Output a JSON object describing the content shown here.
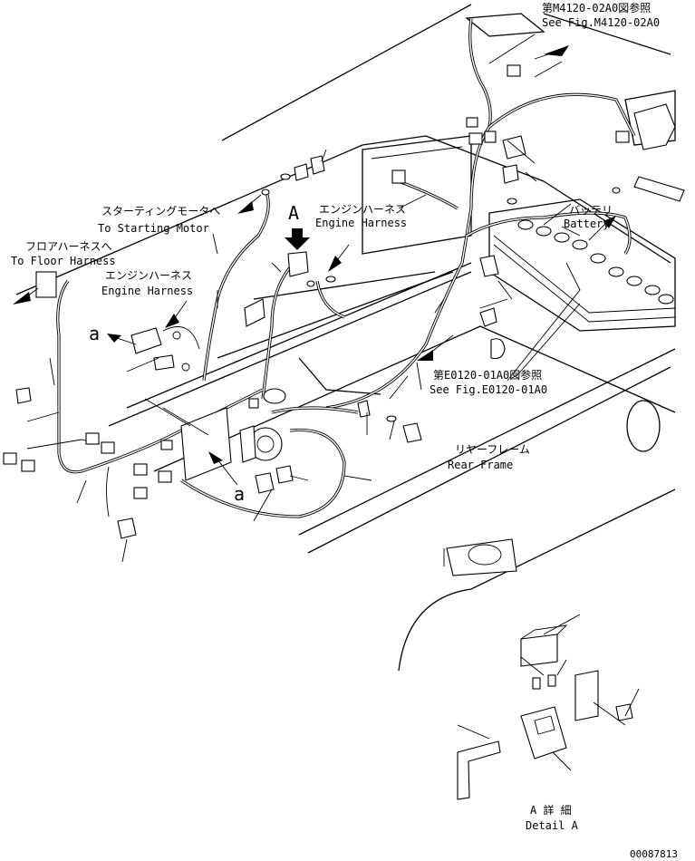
{
  "labels": {
    "see_m4120_jp": "第M4120-02A0図参照",
    "see_m4120_en": "See Fig.M4120-02A0",
    "starting_motor_jp": "スターティングモータへ",
    "starting_motor_en": "To Starting Motor",
    "engine_harness_top_jp": "エンジンハーネス",
    "engine_harness_top_en": "Engine Harness",
    "callout_a_upper": "A",
    "floor_harness_jp": "フロアハーネスへ",
    "floor_harness_en": "To Floor Harness",
    "engine_harness_left_jp": "エンジンハーネス",
    "engine_harness_left_en": "Engine Harness",
    "battery_jp": "バッテリ",
    "battery_en": "Battery",
    "small_a_left": "a",
    "small_a_bottom": "a",
    "see_e0120_jp": "第E0120-01A0図参照",
    "see_e0120_en": "See Fig.E0120-01A0",
    "rear_frame_jp": "リヤーフレーム",
    "rear_frame_en": "Rear Frame",
    "detail_a_jp": "A 詳 細",
    "detail_a_en": "Detail A",
    "drawing_number": "00087813"
  },
  "colors": {
    "ink": "#000000",
    "paper": "#ffffff"
  }
}
